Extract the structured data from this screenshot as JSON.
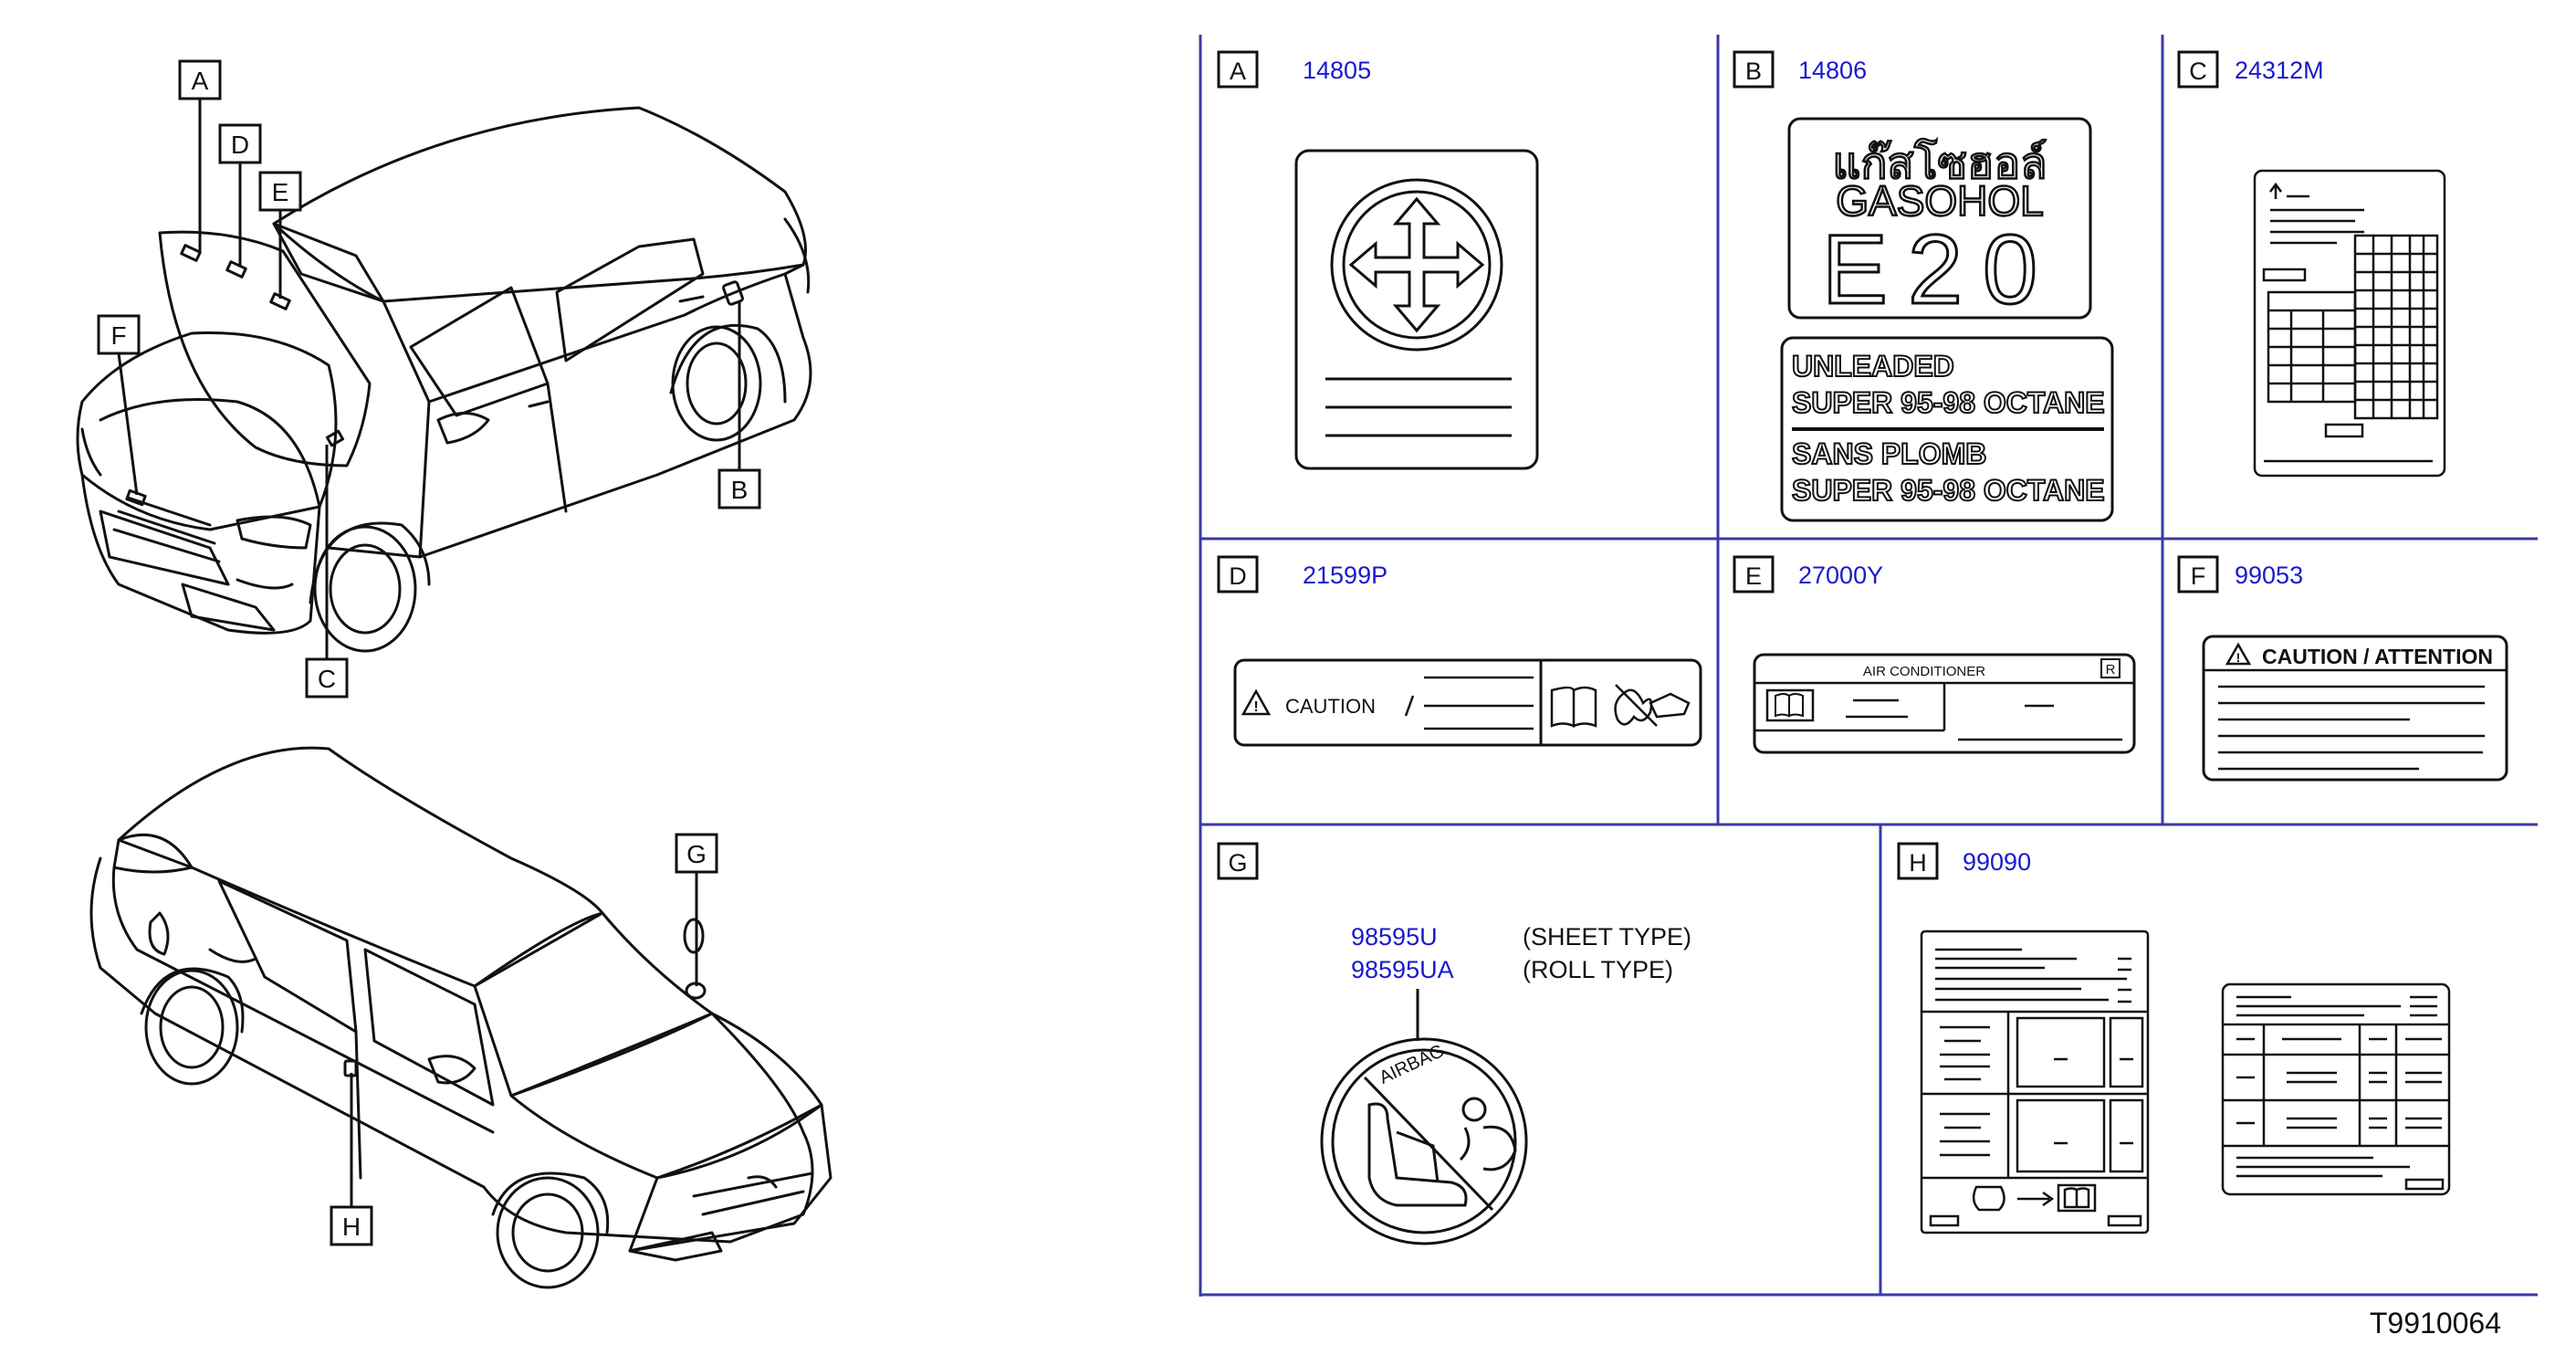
{
  "callouts": {
    "A": "A",
    "B": "B",
    "C": "C",
    "D": "D",
    "E": "E",
    "F": "F",
    "G": "G",
    "H": "H"
  },
  "panels": {
    "A": {
      "letter": "A",
      "part": "14805"
    },
    "B": {
      "letter": "B",
      "part": "14806",
      "thai": "แก๊สโซฮอล์",
      "gasohol": "GASOHOL",
      "e20": "E20",
      "line1": "UNLEADED",
      "line2": "SUPER 95-98 OCTANE",
      "line3": "SANS PLOMB",
      "line4": "SUPER 95-98 OCTANE"
    },
    "C": {
      "letter": "C",
      "part": "24312M"
    },
    "D": {
      "letter": "D",
      "part": "21599P",
      "caution": "CAUTION"
    },
    "E": {
      "letter": "E",
      "part": "27000Y",
      "title": "AIR    CONDITIONER",
      "badge": "R"
    },
    "F": {
      "letter": "F",
      "part": "99053",
      "caution": "CAUTION / ATTENTION"
    },
    "G": {
      "letter": "G",
      "part1": "98595U",
      "type1": "(SHEET   TYPE)",
      "part2": "98595UA",
      "type2": "(ROLL   TYPE)",
      "airbag": "AIRBAG"
    },
    "H": {
      "letter": "H",
      "part": "99090"
    }
  },
  "diagram_id": "T9910064",
  "colors": {
    "accent": "#1a1acc",
    "grid": "#3a3aa8",
    "line": "#111111"
  }
}
